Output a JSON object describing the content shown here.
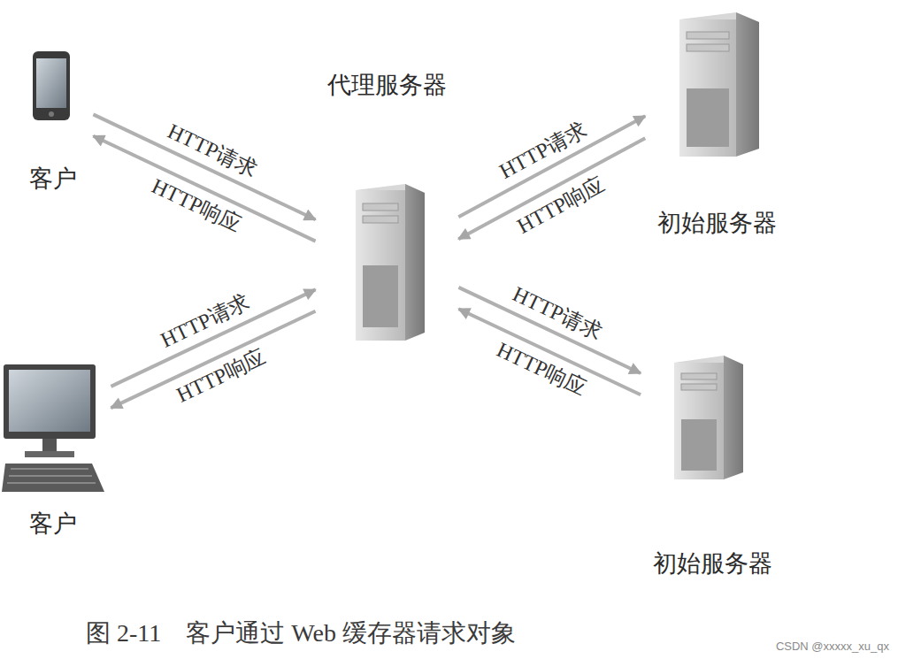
{
  "diagram": {
    "caption": "图 2-11　客户通过 Web 缓存器请求对象",
    "nodes": [
      {
        "text": [
          "客户"
        ]
      },
      {
        "text": [
          "客户"
        ]
      },
      {
        "text": [
          "代理服务器"
        ]
      },
      {
        "text": [
          "初始服务器"
        ]
      },
      {
        "text": [
          "初始服务器"
        ]
      }
    ],
    "edges": [
      {
        "from": 0,
        "to": 2,
        "label": "HTTP请求",
        "arrow": "to"
      },
      {
        "from": 2,
        "to": 0,
        "label": "HTTP响应",
        "arrow": "to"
      },
      {
        "from": 1,
        "to": 2,
        "label": "HTTP请求",
        "arrow": "to"
      },
      {
        "from": 2,
        "to": 1,
        "label": "HTTP响应",
        "arrow": "to"
      },
      {
        "from": 2,
        "to": 3,
        "label": "HTTP请求",
        "arrow": "to"
      },
      {
        "from": 3,
        "to": 2,
        "label": "HTTP响应",
        "arrow": "to"
      },
      {
        "from": 2,
        "to": 4,
        "label": "HTTP请求",
        "arrow": "to"
      },
      {
        "from": 4,
        "to": 2,
        "label": "HTTP响应",
        "arrow": "to"
      }
    ],
    "labels": [
      "CSDN @xxxxx_xu_qx"
    ]
  }
}
